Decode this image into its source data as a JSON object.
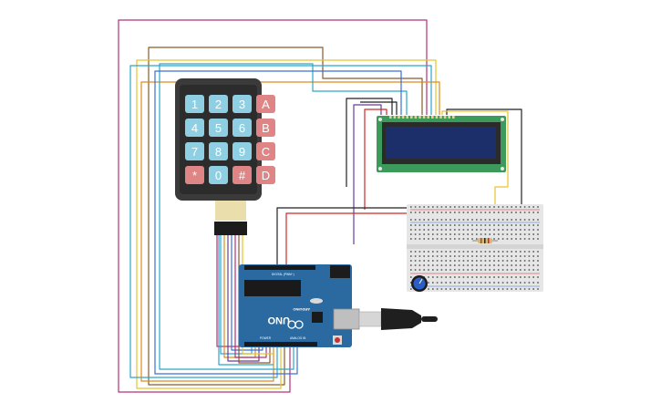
{
  "keypad": {
    "keys": [
      {
        "label": "1",
        "kind": "num"
      },
      {
        "label": "2",
        "kind": "num"
      },
      {
        "label": "3",
        "kind": "num"
      },
      {
        "label": "A",
        "kind": "letter"
      },
      {
        "label": "4",
        "kind": "num"
      },
      {
        "label": "5",
        "kind": "num"
      },
      {
        "label": "6",
        "kind": "num"
      },
      {
        "label": "B",
        "kind": "letter"
      },
      {
        "label": "7",
        "kind": "num"
      },
      {
        "label": "8",
        "kind": "num"
      },
      {
        "label": "9",
        "kind": "num"
      },
      {
        "label": "C",
        "kind": "letter"
      },
      {
        "label": "*",
        "kind": "special"
      },
      {
        "label": "0",
        "kind": "num"
      },
      {
        "label": "#",
        "kind": "special"
      },
      {
        "label": "D",
        "kind": "letter"
      }
    ]
  },
  "arduino": {
    "model_label": "UNO",
    "brand_label": "ARDUINO",
    "digital_label": "DIGITAL (PWM~)",
    "power_label": "POWER",
    "analog_label": "ANALOG IN"
  },
  "colors": {
    "keypad_body": "#3a3a3a",
    "key_num": "#8ecfe3",
    "key_letter": "#e08585",
    "arduino_board": "#2a6aa1",
    "lcd_pcb": "#3c9a5a",
    "lcd_screen": "#1c2f6b",
    "breadboard": "#e6e6e6",
    "wire_magenta": "#b3307a",
    "wire_brown": "#8a5a2b",
    "wire_yellow": "#e6c52a",
    "wire_cyan": "#2aa6c8",
    "wire_blue": "#3a6fd8",
    "wire_orange": "#e08a1e",
    "wire_purple": "#6a3c9a",
    "wire_black": "#222222",
    "wire_red": "#d02828",
    "potentiometer": "#2a5ec4"
  },
  "components": {
    "keypad": "4x4-keypad",
    "lcd": "16x2-lcd",
    "breadboard": "half-breadboard",
    "resistor": "resistor",
    "potentiometer": "potentiometer",
    "usb": "usb-cable"
  }
}
